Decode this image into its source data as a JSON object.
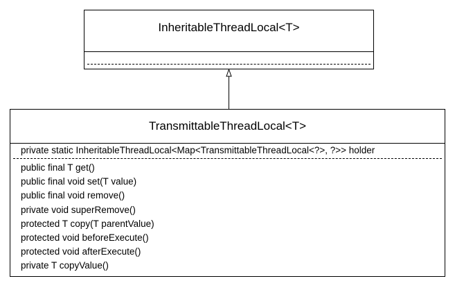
{
  "parent_class": {
    "name": "InheritableThreadLocal<T>",
    "attributes": [],
    "operations": []
  },
  "child_class": {
    "name": "TransmittableThreadLocal<T>",
    "attributes": [
      "private static InheritableThreadLocal<Map<TransmittableThreadLocal<?>, ?>> holder"
    ],
    "operations": [
      "public final T get()",
      "public final void set(T value)",
      "public final void remove()",
      "private void superRemove()",
      "protected T copy(T parentValue)",
      "protected void beforeExecute()",
      "protected void afterExecute()",
      "private T copyValue()"
    ]
  },
  "relationship": {
    "type": "inheritance",
    "from": "TransmittableThreadLocal<T>",
    "to": "InheritableThreadLocal<T>"
  }
}
